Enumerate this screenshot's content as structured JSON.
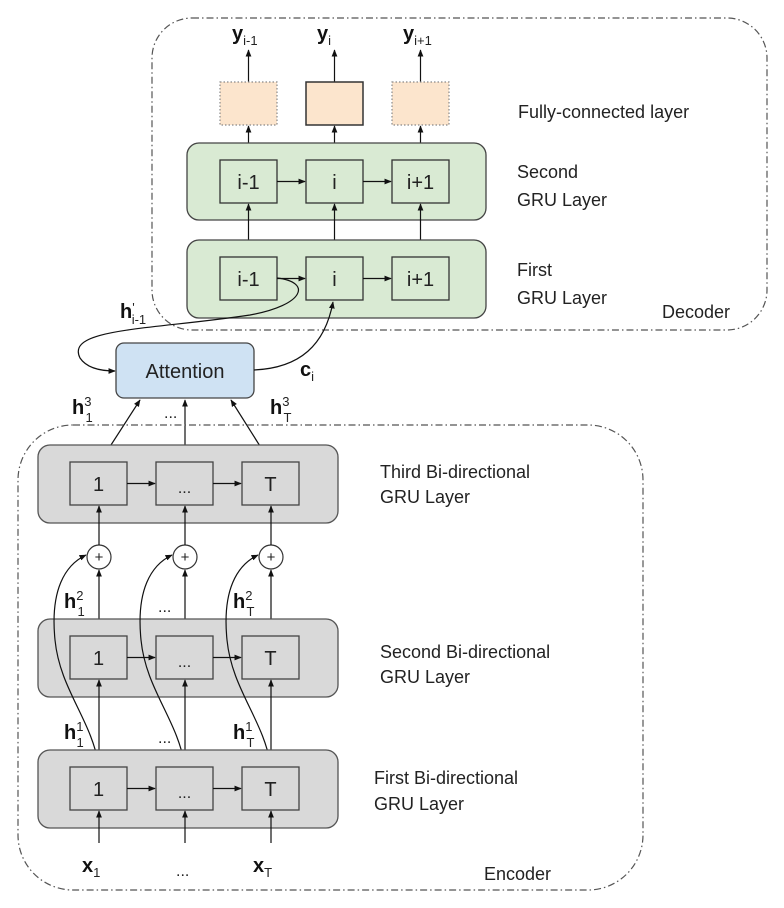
{
  "decoder": {
    "title": "Decoder",
    "outputs": [
      {
        "base": "y",
        "sub": "i-1"
      },
      {
        "base": "y",
        "sub": "i"
      },
      {
        "base": "y",
        "sub": "i+1"
      }
    ],
    "fc_layer_label": "Fully-connected layer",
    "second_gru": {
      "label_line1": "Second",
      "label_line2": "GRU Layer",
      "cells": [
        "i-1",
        "i",
        "i+1"
      ]
    },
    "first_gru": {
      "label_line1": "First",
      "label_line2": "GRU Layer",
      "cells": [
        "i-1",
        "i",
        "i+1"
      ]
    },
    "hidden_prev": {
      "base": "h",
      "sup": "'",
      "sub": "i-1"
    }
  },
  "attention": {
    "label": "Attention",
    "context": {
      "base": "c",
      "sub": "i"
    },
    "inputs": [
      {
        "base": "h",
        "sup": "3",
        "sub": "1"
      },
      {
        "text": "..."
      },
      {
        "base": "h",
        "sup": "3",
        "sub": "T"
      }
    ]
  },
  "encoder": {
    "title": "Encoder",
    "third_gru": {
      "label_line1": "Third Bi-directional",
      "label_line2": "GRU Layer",
      "cells": [
        "1",
        "...",
        "T"
      ]
    },
    "residual_symbol": "+",
    "h2_labels": [
      {
        "base": "h",
        "sup": "2",
        "sub": "1"
      },
      {
        "text": "..."
      },
      {
        "base": "h",
        "sup": "2",
        "sub": "T"
      }
    ],
    "second_gru": {
      "label_line1": "Second Bi-directional",
      "label_line2": "GRU Layer",
      "cells": [
        "1",
        "...",
        "T"
      ]
    },
    "h1_labels": [
      {
        "base": "h",
        "sup": "1",
        "sub": "1"
      },
      {
        "text": "..."
      },
      {
        "base": "h",
        "sup": "1",
        "sub": "T"
      }
    ],
    "first_gru": {
      "label_line1": "First Bi-directional",
      "label_line2": "GRU Layer",
      "cells": [
        "1",
        "...",
        "T"
      ]
    },
    "inputs": [
      {
        "base": "x",
        "sub": "1"
      },
      {
        "text": "..."
      },
      {
        "base": "x",
        "sub": "T"
      }
    ]
  },
  "colors": {
    "fc_fill": "#fce5cd",
    "decoder_gru_fill": "#d9ead3",
    "attention_fill": "#cfe2f3",
    "encoder_gru_fill": "#d9d9d9",
    "stroke": "#333333"
  }
}
